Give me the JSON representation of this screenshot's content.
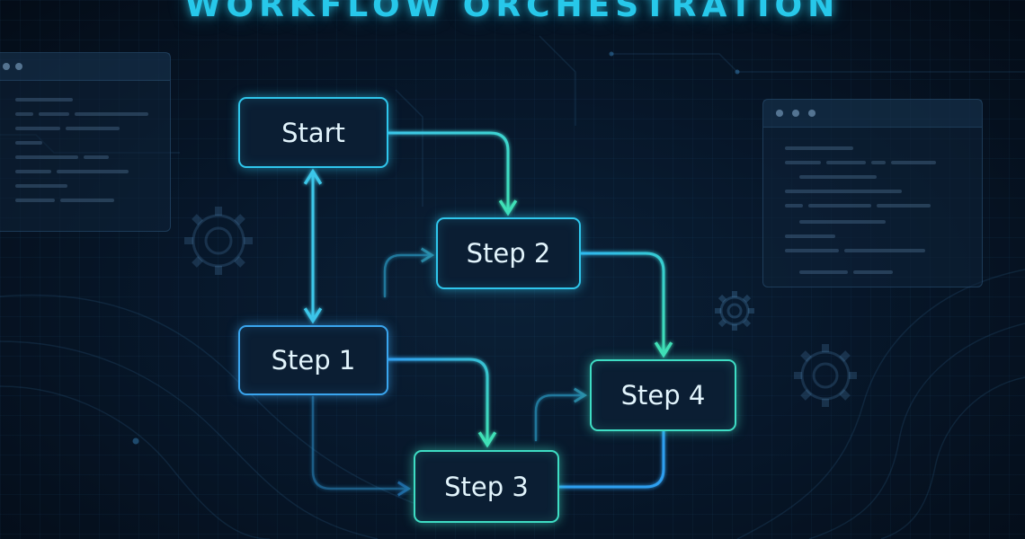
{
  "title": "WORKFLOW ORCHESTRATION",
  "colors": {
    "background": "#050d19",
    "title": "#27c8ea",
    "node_cyan": "#2fc6ec",
    "node_green": "#3eddc4",
    "node_blue": "#3aa5ee",
    "connector_cyan": "#3cc7e9",
    "connector_green": "#3fe0b6",
    "connector_blue": "#2f9ff0"
  },
  "nodes": [
    {
      "id": "start",
      "label": "Start"
    },
    {
      "id": "step1",
      "label": "Step 1"
    },
    {
      "id": "step2",
      "label": "Step 2"
    },
    {
      "id": "step3",
      "label": "Step 3"
    },
    {
      "id": "step4",
      "label": "Step 4"
    }
  ],
  "edges": [
    {
      "from": "start",
      "to": "step2",
      "direction": "forward"
    },
    {
      "from": "start",
      "to": "step1",
      "direction": "bidirectional"
    },
    {
      "from": "step1",
      "to": "step3",
      "direction": "forward"
    },
    {
      "from": "step1",
      "to": "step3",
      "direction": "forward",
      "style": "faded"
    },
    {
      "from": "step2",
      "to": "step4",
      "direction": "forward"
    },
    {
      "from": "step3",
      "to": "step4",
      "direction": "forward"
    },
    {
      "from": "step4",
      "to": "step3",
      "direction": "forward"
    },
    {
      "from": "step1",
      "to": "step2",
      "direction": "forward",
      "style": "faded"
    }
  ],
  "decorations": {
    "panel_icons": [
      "window-dots-icon",
      "window-dots-icon"
    ],
    "gear_icons": [
      "gear-icon",
      "gear-icon",
      "gear-icon"
    ]
  }
}
